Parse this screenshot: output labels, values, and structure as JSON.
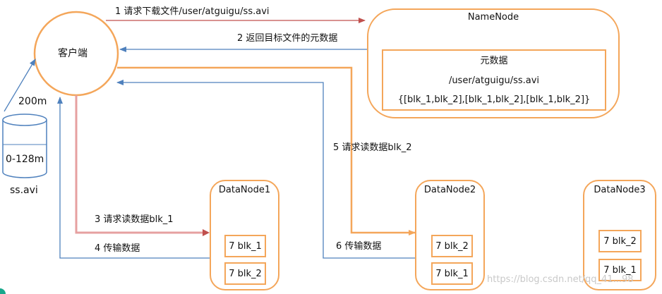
{
  "client": {
    "label": "客户端"
  },
  "file": {
    "size": "200m",
    "segment": "0-128m",
    "name": "ss.avi"
  },
  "namenode": {
    "title": "NameNode",
    "meta_title": "元数据",
    "meta_path": "/user/atguigu/ss.avi",
    "meta_blocks": "{[blk_1,blk_2],[blk_1,blk_2],[blk_1,blk_2]}"
  },
  "datanodes": [
    {
      "title": "DataNode1",
      "blocks": [
        "7 blk_1",
        "7 blk_2"
      ]
    },
    {
      "title": "DataNode2",
      "blocks": [
        "7 blk_2",
        "7 blk_1"
      ]
    },
    {
      "title": "DataNode3",
      "blocks": [
        "7 blk_2",
        "7 blk_1"
      ]
    }
  ],
  "steps": {
    "s1": "1 请求下载文件/user/atguigu/ss.avi",
    "s2": "2 返回目标文件的元数据",
    "s3": "3 请求读数据blk_1",
    "s4": "4 传输数据",
    "s5": "5 请求读数据blk_2",
    "s6": "6 传输数据"
  },
  "watermark": "https://blog.csdn.net/qq_41...98",
  "colors": {
    "box": "#f4a65a",
    "blue": "#4f81bd",
    "red": "#c0504d",
    "pink": "#e6a0a0"
  }
}
